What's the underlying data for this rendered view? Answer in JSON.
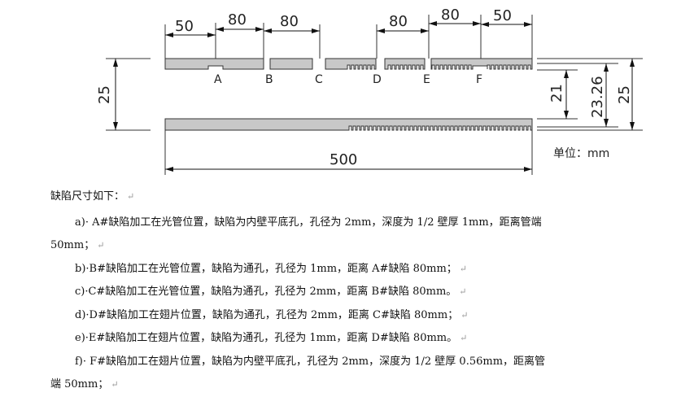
{
  "diagram": {
    "top_dims": [
      "50",
      "80",
      "80",
      "80",
      "80",
      "50"
    ],
    "defect_labels": [
      "A",
      "B",
      "C",
      "D",
      "E",
      "F"
    ],
    "left_dim": "25",
    "right_dims": [
      "21",
      "23.26",
      "25"
    ],
    "length_dim": "500",
    "unit": "单位：mm",
    "colors": {
      "fill": "#c8c8c8",
      "stroke": "#333333"
    }
  },
  "document": {
    "heading": "缺陷尺寸如下：",
    "items": [
      {
        "line1": "a)· A#缺陷加工在光管位置，缺陷为内壁平底孔，孔径为 2mm，深度为 1/2 壁厚 1mm，距离管端",
        "line2": "50mm；"
      },
      {
        "line1": "b)·B#缺陷加工在光管位置，缺陷为通孔，孔径为 1mm，距离 A#缺陷 80mm；"
      },
      {
        "line1": "c)·C#缺陷加工在光管位置，缺陷为通孔，孔径为 2mm，距离 B#缺陷 80mm。"
      },
      {
        "line1": "d)·D#缺陷加工在翅片位置，缺陷为通孔，孔径为 2mm，距离 C#缺陷 80mm；"
      },
      {
        "line1": "e)·E#缺陷加工在翅片位置，缺陷为通孔，孔径为 1mm，距离 D#缺陷 80mm。"
      },
      {
        "line1": "f)· F#缺陷加工在翅片位置，缺陷为内壁平底孔，孔径为 2mm，深度为 1/2 壁厚 0.56mm，距离管",
        "line2": "端 50mm；"
      }
    ],
    "paragraph_mark": "↵"
  }
}
